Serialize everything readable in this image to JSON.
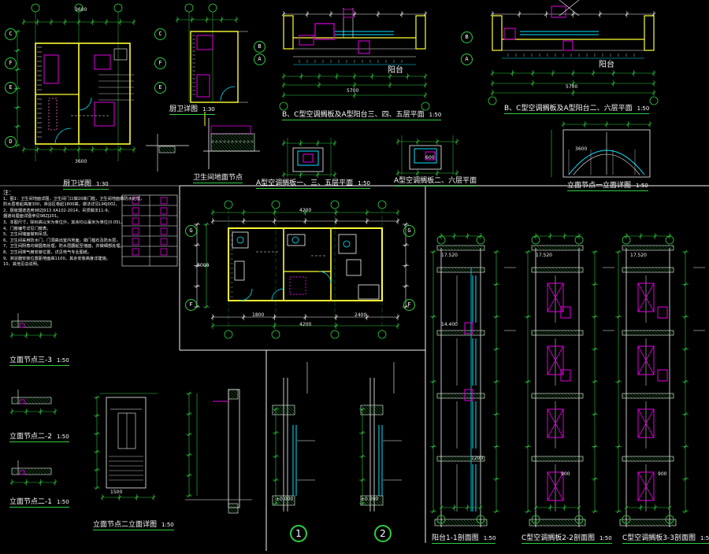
{
  "sheet": {
    "titles": {
      "kitchen_bath_detail_1": "厨卫详图",
      "kitchen_bath_detail_2": "厨卫详图",
      "toilet_floor_node": "卫生间地面节点",
      "bc_ac_board_a_balcony_345": "B、C型空调搁板及A型阳台三、四、五层平面",
      "bc_ac_board_a_balcony_26": "B、C型空调搁板及A型阳台二、六层平面",
      "a_ac_board_135": "A型空调搁板一、三、五层平面",
      "a_ac_board_26": "A型空调搁板二、六层平面",
      "elev_node_1": "立面节点一立面详图",
      "elev_node_3_3": "立面节点三-3",
      "elev_node_2_2": "立面节点二-2",
      "elev_node_1_1": "立面节点二-1",
      "elev_node_2": "立面节点二立面详图",
      "balcony_section": "阳台1-1剖面图",
      "c_ac_section_22": "C型空调搁板2-2剖面图",
      "c_ac_section_33": "C型空调搁板3-3剖面图"
    },
    "scales": {
      "s1_30": "1:30",
      "s1_50": "1:50"
    },
    "room_labels": {
      "balcony_1": "阳台",
      "balcony_2": "阳台"
    },
    "axes": {
      "c": "C",
      "f": "F",
      "e": "E",
      "d": "D",
      "a": "A",
      "b": "B",
      "g": "G",
      "n1": "1",
      "n2": "2"
    },
    "section_markers": {
      "one": "1",
      "two": "2"
    },
    "notes": {
      "heading": "注：",
      "lines": [
        "1、图1：卫生间地面详图，卫生间门口做20高门槛，卫生间地面做防水处理，",
        "   防水层卷起高度300，淋浴区卷起1800高，做法详见L96J002。",
        "2、厨房烟道选用98ZJ913  XA102-2014，吊顶做法11-9，",
        "   烟道出屋面详图参见98ZJ201。",
        "3、本图尺寸，除标高以米为单位外，其余均以毫米为单位(0.05)。",
        "4、门窗编号详见门窗表。",
        "5、卫生间墙面做到吊顶。",
        "6、卫生间采用防水门，门洞高出室内地面，做门槛石及防水层，",
        "7、卫生间阴角均做圆角处理，防水层翻起至墙面，并做细部处理。",
        "8、卫生间排气扇安装位置，详见电气专业图纸。",
        "9、淋浴器安装位置距地面高1100，其余安装高度详建施。",
        "10、其他见总说明。"
      ]
    },
    "dims": {
      "d5700": "5700",
      "d4200": "4200",
      "d3600": "3600",
      "d2400": "2400",
      "d1200": "1200",
      "d600": "600",
      "d1800": "1800",
      "d900": "900",
      "d1500": "1500",
      "d3000": "3000",
      "e17520": "17.520",
      "e14400": "14.400",
      "e0000": "±0.000"
    }
  },
  "colors": {
    "green": "#2ecc40",
    "white": "#f5f5f5",
    "magenta": "#e000e0",
    "cyan": "#00e5ff",
    "yellow": "#ffff33",
    "red": "#ff3333",
    "pink": "#ff66cc",
    "bg": "#000000"
  }
}
